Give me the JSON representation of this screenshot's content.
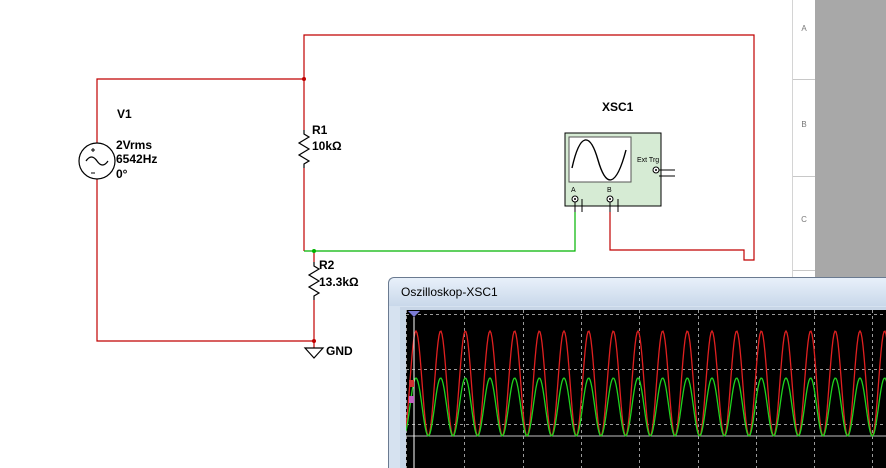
{
  "schematic": {
    "v1": {
      "ref": "V1",
      "rms": "2Vrms",
      "freq": "6542Hz",
      "phase": "0°"
    },
    "r1": {
      "ref": "R1",
      "value": "10kΩ"
    },
    "r2": {
      "ref": "R2",
      "value": "13.3kΩ"
    },
    "ground": {
      "label": "GND"
    },
    "scope": {
      "ref": "XSC1",
      "trigger_label": "Ext Trg",
      "channel_a": "A",
      "channel_b": "B"
    },
    "wire_colors": {
      "main": "#c00000",
      "channel_a": "#00b400"
    }
  },
  "ruler": {
    "labels": [
      "A",
      "B",
      "C"
    ]
  },
  "scope_window": {
    "title": "Oszilloskop-XSC1",
    "trace_colors": {
      "channel_a": "#1fd21f",
      "channel_b": "#e02020"
    },
    "cycles_visible": 19.5
  }
}
